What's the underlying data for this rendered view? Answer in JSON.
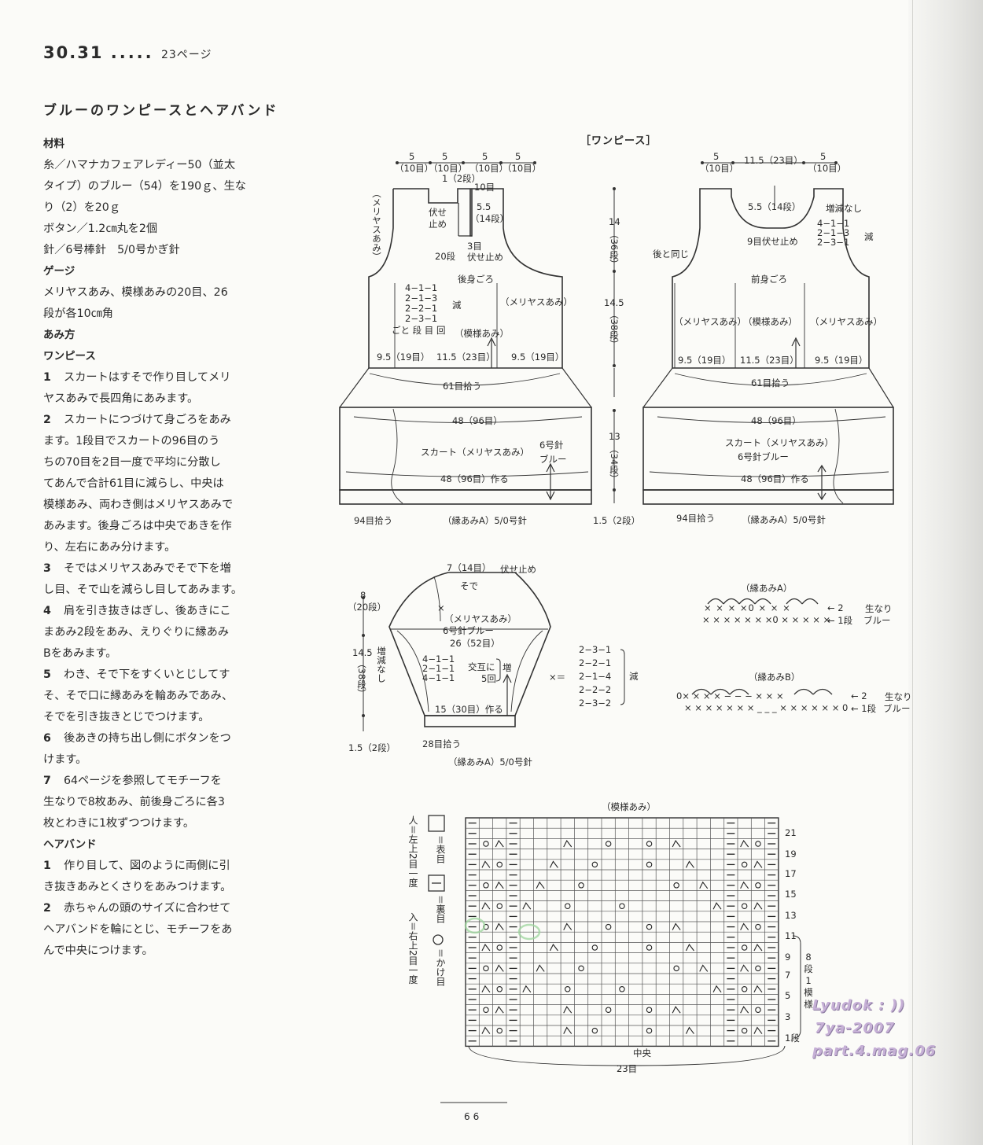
{
  "header": {
    "number": "30.31",
    "dots": ".....",
    "ref": "23ページ"
  },
  "title": "ブルーのワンピースとヘアバンド",
  "text": {
    "materials_h": "材料",
    "materials": [
      "糸／ハマナカフェアレディー50（並太",
      "タイプ）のブルー（54）を190ｇ、生な",
      "り（2）を20ｇ",
      "ボタン／1.2㎝丸を2個",
      "針／6号棒針　5/0号かぎ針"
    ],
    "gauge_h": "ゲージ",
    "gauge": [
      "メリヤスあみ、模様あみの20目、26",
      "段が各10㎝角"
    ],
    "method_h": "あみ方",
    "dress_h": "ワンピース",
    "dress_steps": [
      {
        "n": "1",
        "lines": [
          "スカートはすそで作り目してメリ",
          "ヤスあみで長四角にあみます。"
        ]
      },
      {
        "n": "2",
        "lines": [
          "スカートにつづけて身ごろをあみ",
          "ます。1段目でスカートの96目のう",
          "ちの70目を2目一度で平均に分散し",
          "てあんで合計61目に減らし、中央は",
          "模様あみ、両わき側はメリヤスあみで",
          "あみます。後身ごろは中央であきを作",
          "り、左右にあみ分けます。"
        ]
      },
      {
        "n": "3",
        "lines": [
          "そではメリヤスあみでそで下を増",
          "し目、そで山を減らし目してあみます。"
        ]
      },
      {
        "n": "4",
        "lines": [
          "肩を引き抜きはぎし、後あきにこ",
          "まあみ2段をあみ、えりぐりに縁あみ",
          "Bをあみます。"
        ]
      },
      {
        "n": "5",
        "lines": [
          "わき、そで下をすくいとじしてす",
          "そ、そで口に縁あみを輪あみであみ、",
          "そでを引き抜きとじでつけます。"
        ]
      },
      {
        "n": "6",
        "lines": [
          "後あきの持ち出し側にボタンをつ",
          "けます。"
        ]
      },
      {
        "n": "7",
        "lines": [
          "64ページを参照してモチーフを",
          "生なりで8枚あみ、前後身ごろに各3",
          "枚とわきに1枚ずつつけます。"
        ]
      }
    ],
    "band_h": "ヘアバンド",
    "band_steps": [
      {
        "n": "1",
        "lines": [
          "作り目して、図のように両側に引",
          "き抜きあみとくさりをあみつけます。"
        ]
      },
      {
        "n": "2",
        "lines": [
          "赤ちゃんの頭のサイズに合わせて",
          "ヘアバンドを輪にとじ、モチーフをあ",
          "んで中央につけます。"
        ]
      }
    ]
  },
  "diagram": {
    "section": "［ワンピース］",
    "back": {
      "top": [
        "5",
        "5",
        "5",
        "5"
      ],
      "top_st": [
        "（10目）",
        "（10目）",
        "（10目）",
        "（10目）"
      ],
      "dan": "1（2段）",
      "me10": "10目",
      "dim55": "5.5",
      "dan14": "（14段）",
      "fuse": [
        "伏せ",
        "止め"
      ],
      "me3": "3目",
      "fuse2": "伏せ止め",
      "dan20": "20段",
      "meriyasu_v": "（メリヤスあみ）",
      "body": "後身ごろ",
      "meriyasu": "（メリヤスあみ）",
      "dec": [
        "4−1−1",
        "2−1−3",
        "2−2−1",
        "2−3−1"
      ],
      "dec_word": "減",
      "dec_hdr": "ごと 段 目 回",
      "pattern": "（模様あみ）",
      "bottom": [
        "9.5（19目）",
        "11.5（23目）",
        "9.5（19目）"
      ],
      "pick61": "61目拾う",
      "skirt_w": "48（96目）",
      "skirt": "スカート（メリヤスあみ）",
      "needle": [
        "6号針",
        "ブルー"
      ],
      "cast": "48（96目）作る",
      "pick94": "94目拾う",
      "edge": "（縁あみA）5/0号針"
    },
    "mid": {
      "d14": "14",
      "d14b": "（36段）",
      "d145": "14.5",
      "d145b": "（38段）",
      "d13": "13",
      "d13b": "（34段）",
      "d15": "1.5（2段）"
    },
    "front": {
      "top": [
        "5",
        "11.5（23目）",
        "5"
      ],
      "top_st": [
        "（10目）",
        "（10目）"
      ],
      "dim55": "5.5（14段）",
      "nochange": "増減なし",
      "fuse9": "9目伏せ止め",
      "dec": [
        "4−1−1",
        "2−1−3",
        "2−3−1"
      ],
      "dec_word": "減",
      "same": "後と同じ",
      "body": "前身ごろ",
      "m1": "（メリヤスあみ）",
      "pat": "（模様あみ）",
      "m2": "（メリヤスあみ）",
      "bottom": [
        "9.5（19目）",
        "11.5（23目）",
        "9.5（19目）"
      ],
      "pick61": "61目拾う",
      "skirt_w": "48（96目）",
      "skirt": "スカート（メリヤスあみ）",
      "needle": "6号針ブルー",
      "cast": "48（96目）作る",
      "pick94": "94目拾う",
      "edge": "（縁あみA）5/0号針"
    },
    "sleeve": {
      "top": "7（14目）",
      "fuse": "伏せ止め",
      "sode": "そで",
      "d8": "8",
      "d8b": "（20段）",
      "x": "×",
      "meriyasu": "（メリヤスあみ）",
      "needle": "6号針ブルー",
      "w26": "26（52目）",
      "d145": "14.5",
      "d145b": "（38段）",
      "nochange": "増減なし",
      "inc": [
        "4−1−1",
        "2−1−1",
        "4−1−1"
      ],
      "alt": "交互に",
      "alt2": "5回",
      "inc_word": "増",
      "cast": "15（30目）作る",
      "d15": "1.5（2段）",
      "pick28": "28目拾う",
      "edge": "（縁あみA）5/0号針",
      "xeq": "×＝",
      "dec": [
        "2−3−1",
        "2−2−1",
        "2−1−4",
        "2−2−2",
        "2−3−2"
      ],
      "dec_word": "減"
    },
    "edgeA": {
      "title": "（縁あみA）",
      "r2": "2",
      "r1": "1段",
      "c1": "生なり",
      "c2": "ブルー",
      "row2": "× ×  × ×0 ×  ×  ×",
      "row1": "× × × × × × ×0 × × × × ×"
    },
    "edgeB": {
      "title": "（縁あみB）",
      "r2": "2",
      "r1": "1段",
      "c1": "生なり",
      "c2": "ブルー",
      "row2": "0×  ×  ×  × − − − × ×  ×",
      "row1": "× × × × × × × _ _ _ × × × × × × 0"
    },
    "chart": {
      "title": "（模様あみ）",
      "rows": [
        "21",
        "19",
        "17",
        "15",
        "13",
        "11",
        "9",
        "7",
        "5",
        "3",
        "1段"
      ],
      "repeat": [
        "8",
        "段",
        "1",
        "模",
        "様"
      ],
      "center": "中央",
      "width": "23目",
      "legend": [
        {
          "sym": "□",
          "text": "＝表目"
        },
        {
          "sym": "－",
          "text": "＝裏目"
        },
        {
          "sym": "○",
          "text": "＝かけ目"
        },
        {
          "sym": "人",
          "text": "＝左上2目一度"
        },
        {
          "sym": "入",
          "text": "＝右上2目一度"
        }
      ]
    }
  },
  "watermark": [
    "Lyudok : ))",
    "7ya-2007",
    "part.4.mag.06"
  ],
  "page_number": "66"
}
